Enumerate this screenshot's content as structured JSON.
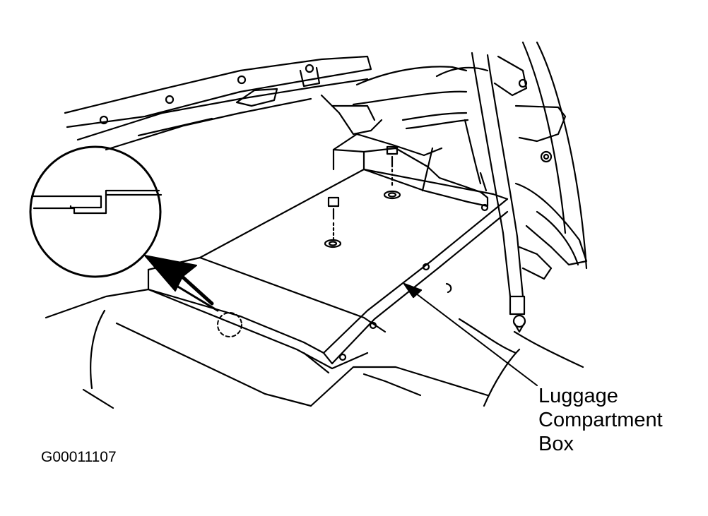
{
  "callout": {
    "line1": "Luggage",
    "line2": "Compartment",
    "line3": "Box"
  },
  "figure_code": "G00011107",
  "colors": {
    "ink": "#000000",
    "paper": "#ffffff"
  }
}
